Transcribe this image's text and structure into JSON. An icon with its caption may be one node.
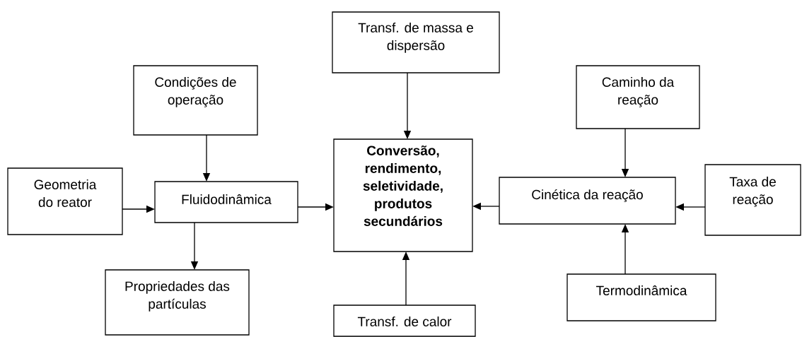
{
  "diagram": {
    "nodes": [
      {
        "text": [
          "Transf. de massa e dispersão"
        ]
      },
      {
        "text": [
          "Condições de operação"
        ]
      },
      {
        "text": [
          "Caminho da reação"
        ]
      },
      {
        "text": [
          "Geometria do reator"
        ]
      },
      {
        "text": [
          "Fluidodinâmica"
        ]
      },
      {
        "text": [
          "Conversão, rendimento, seletividade, produtos secundários"
        ]
      },
      {
        "text": [
          "Cinética da reação"
        ]
      },
      {
        "text": [
          "Taxa de reação"
        ]
      },
      {
        "text": [
          "Propriedades das partículas"
        ]
      },
      {
        "text": [
          "Termodinâmica"
        ]
      },
      {
        "text": [
          "Transf. de calor"
        ]
      }
    ],
    "edges": [
      {
        "from": 0,
        "to": 5,
        "arrow": "to"
      },
      {
        "from": 1,
        "to": 4,
        "arrow": "to"
      },
      {
        "from": 2,
        "to": 6,
        "arrow": "to"
      },
      {
        "from": 3,
        "to": 4,
        "arrow": "to"
      },
      {
        "from": 4,
        "to": 5,
        "arrow": "to"
      },
      {
        "from": 6,
        "to": 5,
        "arrow": "to"
      },
      {
        "from": 7,
        "to": 6,
        "arrow": "to"
      },
      {
        "from": 4,
        "to": 8,
        "arrow": "to"
      },
      {
        "from": 9,
        "to": 6,
        "arrow": "to"
      },
      {
        "from": 10,
        "to": 5,
        "arrow": "to"
      }
    ]
  }
}
